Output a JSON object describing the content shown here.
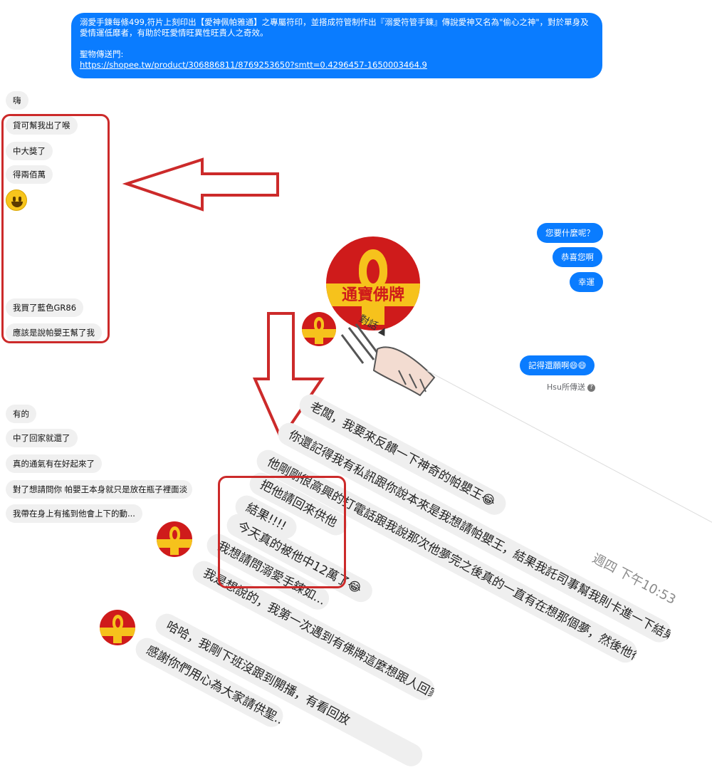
{
  "top_message": {
    "line1": "溺愛手鍊每條499,符片上刻印出【愛神佩帕雅通】之專屬符印，並搭成符管制作出『溺愛符管手鍊』傳說愛神又名為\"偷心之神\"，對於單身及",
    "line2": "愛情運低靡者，有助於旺愛情旺異性旺貴人之奇效。",
    "line3": "聖物傳送門:",
    "link": "https://shopee.tw/product/306886811/8769253650?smtt=0.4296457-1650003464.9"
  },
  "left_messages_top": [
    "嗨",
    "貸可幫我出了喉",
    "中大獎了",
    "得兩佰萬",
    "我買了藍色GR86",
    "應該是說帕嬰王幫了我"
  ],
  "left_messages_bottom": [
    "有的",
    "中了回家就還了",
    "真的通氣有在好起來了",
    "對了想請問你 帕嬰王本身就只是放在瓶子裡面淡",
    "我帶在身上有搖到他會上下的動..."
  ],
  "right_messages": [
    "您要什麼呢？",
    "恭喜您啊",
    "幸運",
    "記得還願啊😄😄"
  ],
  "sent_by": "Hsu所傳送",
  "sent_by_help": "?",
  "logo_text": "通寶佛牌",
  "partial_header": "對話 ▲",
  "rotated_messages": [
    "老闆，我要來反饋一下神奇的帕嬰王😂",
    "你還記得我有私訊跟你說本來是我想請帕嬰王，結果我託司事幫我則卡進一下結果他夢到帕嬰王的事嗎",
    "他剛剛很高興的打電話跟我說那次他夢完之後真的一直有在想那個夢，然後他後來就在心裡對帕嬰",
    "把他請回來供他",
    "結果!!!!",
    "今天真的被他中12萬了😂",
    "我想請問溺愛手鍊如...",
    "我是想說的，我第一次遇到有佛牌這麼想跟人回家的😂",
    "哈哈，我剛下班沒跟到開播，有看回放",
    "感謝你們用心為大家請供聖..."
  ],
  "timestamp": "週四 下午10:53",
  "colors": {
    "accent": "#0a7cff",
    "highlight": "#cc2a2a",
    "logo_red": "#cf1b1b",
    "logo_gold": "#f6c21c"
  }
}
